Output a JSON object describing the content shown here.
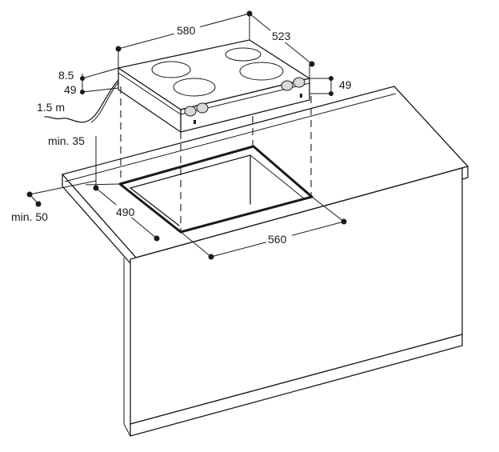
{
  "labels": {
    "width_top": "580",
    "depth_top": "523",
    "glass_thickness": "8.5",
    "body_height_left": "49",
    "body_height_right": "49",
    "cable_length": "1.5 m",
    "min_front_gap": "min. 35",
    "min_back_gap": "min. 50",
    "cutout_depth": "490",
    "cutout_width": "560"
  }
}
